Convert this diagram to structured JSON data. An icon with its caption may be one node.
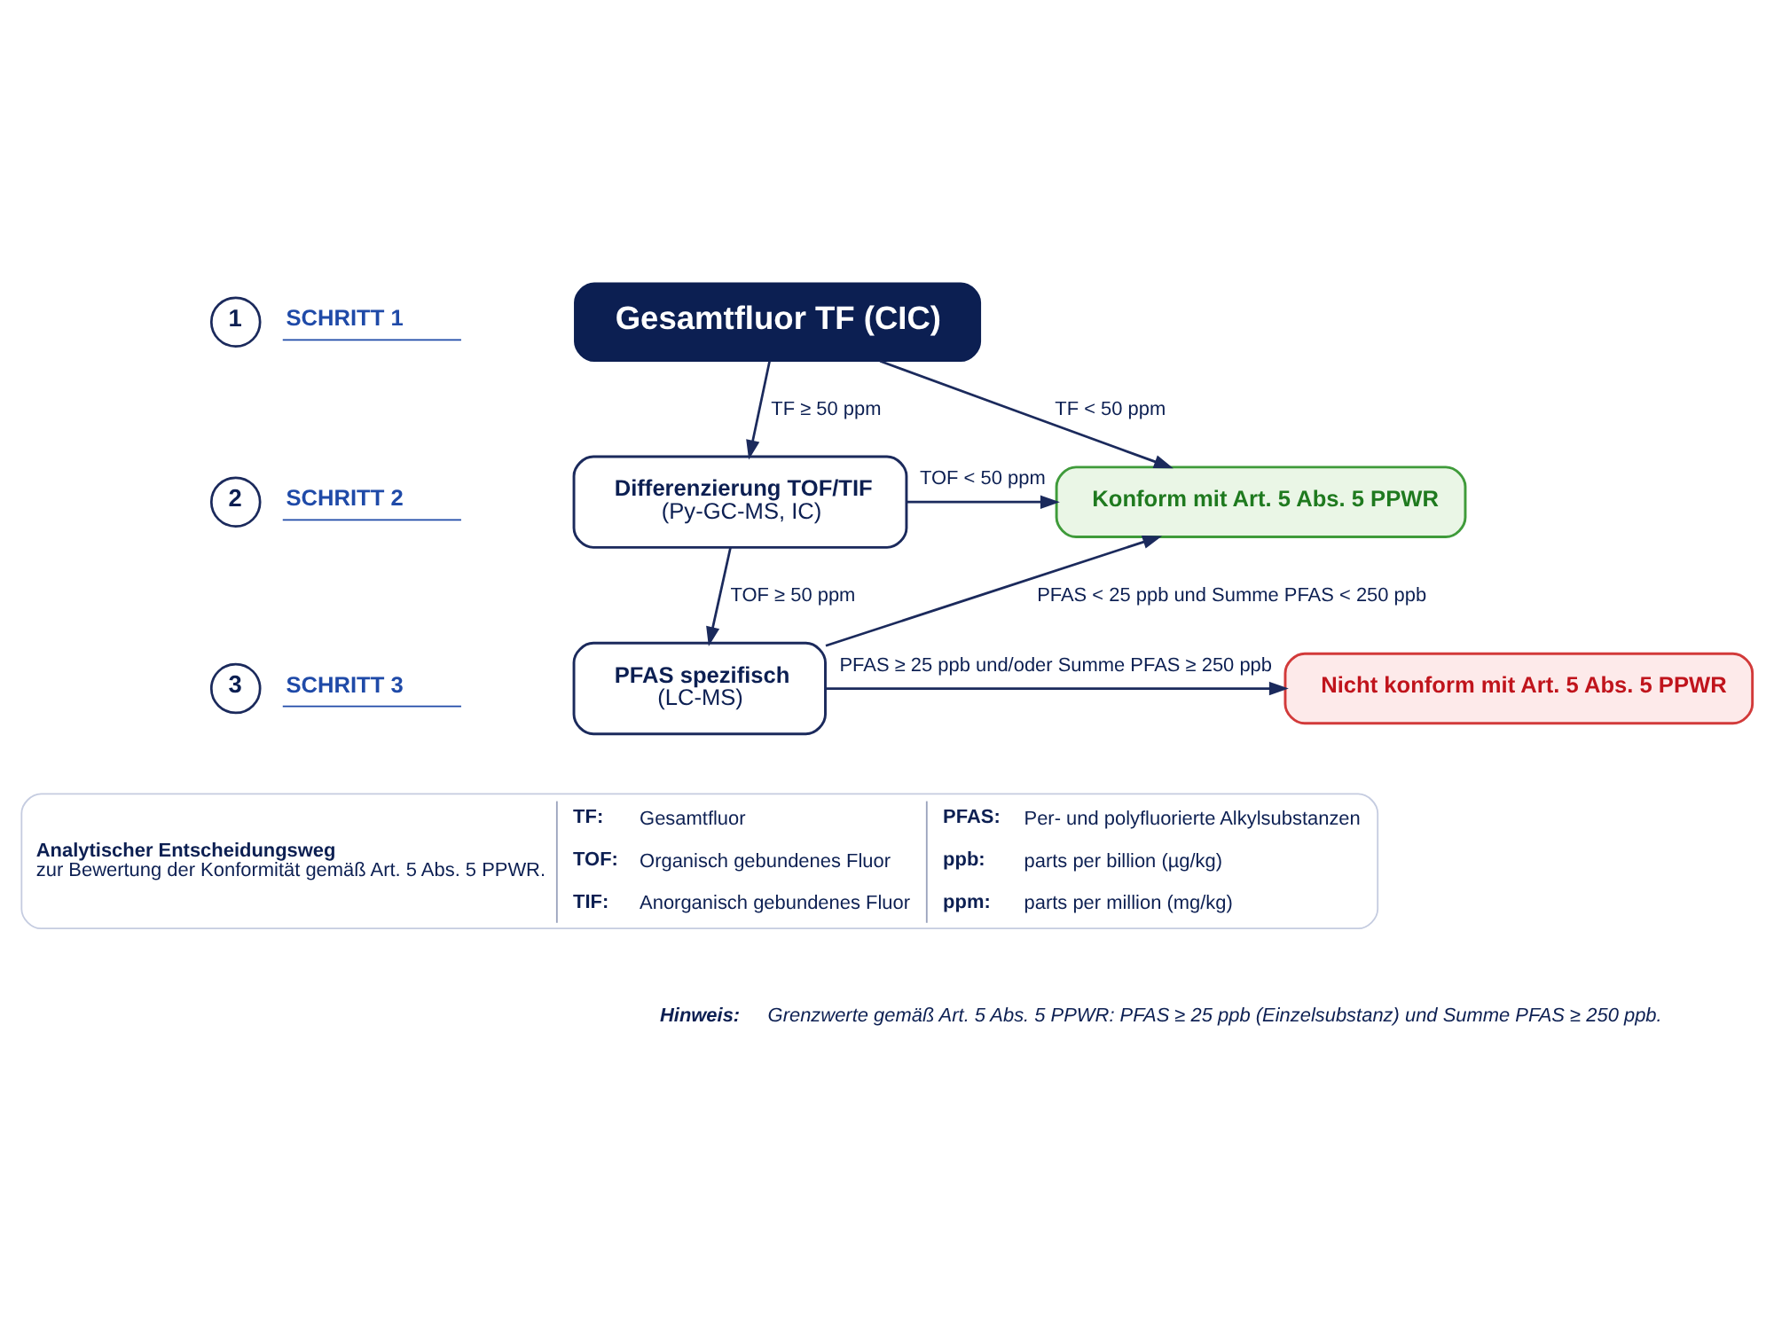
{
  "diagram": {
    "nodes": [
      {
        "text": [
          "Gesamtfluor TF (CIC)"
        ]
      },
      {
        "text": [
          "1"
        ],
        "beside": [
          "SCHRITT 1"
        ]
      },
      {
        "text": [
          "2"
        ],
        "beside": [
          "SCHRITT 2"
        ]
      },
      {
        "text": [
          "Differenzierung TOF/TIF",
          "(Py-GC-MS, IC)"
        ]
      },
      {
        "text": [
          "Konform mit Art. 5 Abs. 5 PPWR"
        ]
      },
      {
        "text": [
          "3"
        ],
        "beside": [
          "SCHRITT 3"
        ]
      },
      {
        "text": [
          "PFAS spezifisch",
          "(LC-MS)"
        ]
      },
      {
        "text": [
          "Nicht konform mit Art. 5 Abs. 5 PPWR"
        ]
      },
      {
        "text": [
          "Analytischer Entscheidungsweg",
          "zur Bewertung der Konformität gemäß Art. 5 Abs. 5 PPWR.",
          "TF:",
          "Gesamtfluor",
          "TOF:",
          "Organisch gebundenes Fluor",
          "TIF:",
          "Anorganisch gebundenes Fluor",
          "PFAS:",
          "Per- und polyfluorierte Alkylsubstanzen",
          "ppb:",
          "parts per billion (µg/kg)",
          "ppm:",
          "parts per million (mg/kg)"
        ]
      }
    ],
    "edges": [
      {
        "from": 0,
        "to": 3,
        "arrow": "to",
        "label": "TF ≥ 50 ppm"
      },
      {
        "from": 0,
        "to": 4,
        "arrow": "to",
        "label": "TF < 50 ppm"
      },
      {
        "from": 3,
        "to": 4,
        "arrow": "to",
        "label": "TOF < 50 ppm"
      },
      {
        "from": 3,
        "to": 6,
        "arrow": "to",
        "label": "TOF ≥ 50 ppm"
      },
      {
        "from": 6,
        "to": 4,
        "arrow": "to",
        "label": "PFAS < 25 ppb und Summe PFAS < 250 ppb"
      },
      {
        "from": 6,
        "to": 7,
        "arrow": "to",
        "label": "PFAS ≥ 25 ppb und/oder Summe PFAS ≥ 250 ppb"
      }
    ],
    "labels": [
      "Hinweis:",
      "Grenzwerte gemäß Art. 5 Abs. 5 PPWR: PFAS ≥ 25 ppb (Einzelsubstanz) und Summe PFAS ≥ 250 ppb."
    ]
  }
}
